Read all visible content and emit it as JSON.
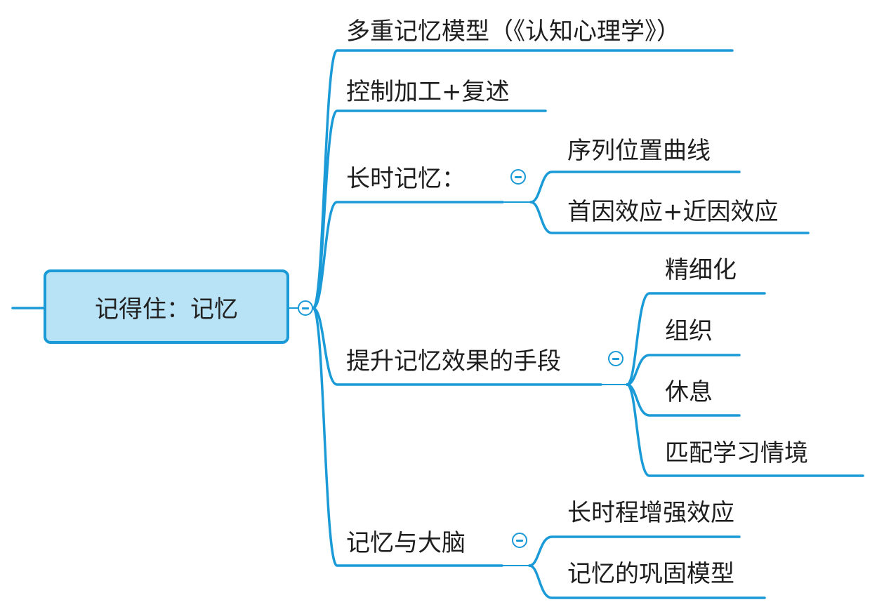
{
  "colors": {
    "line": "#1a9ad6",
    "root_fill": "#b8e3f6",
    "text": "#1e1e1e"
  },
  "icons": {
    "collapse": "collapse-minus-icon"
  },
  "root": {
    "label": "记得住：记忆"
  },
  "branches": [
    {
      "label": "多重记忆模型（《认知心理学》）"
    },
    {
      "label": "控制加工+复述"
    },
    {
      "label": "长时记忆：",
      "children": [
        "序列位置曲线",
        "首因效应+近因效应"
      ]
    },
    {
      "label": "提升记忆效果的手段",
      "children": [
        "精细化",
        "组织",
        "休息",
        "匹配学习情境"
      ]
    },
    {
      "label": "记忆与大脑",
      "children": [
        "长时程增强效应",
        "记忆的巩固模型"
      ]
    }
  ]
}
